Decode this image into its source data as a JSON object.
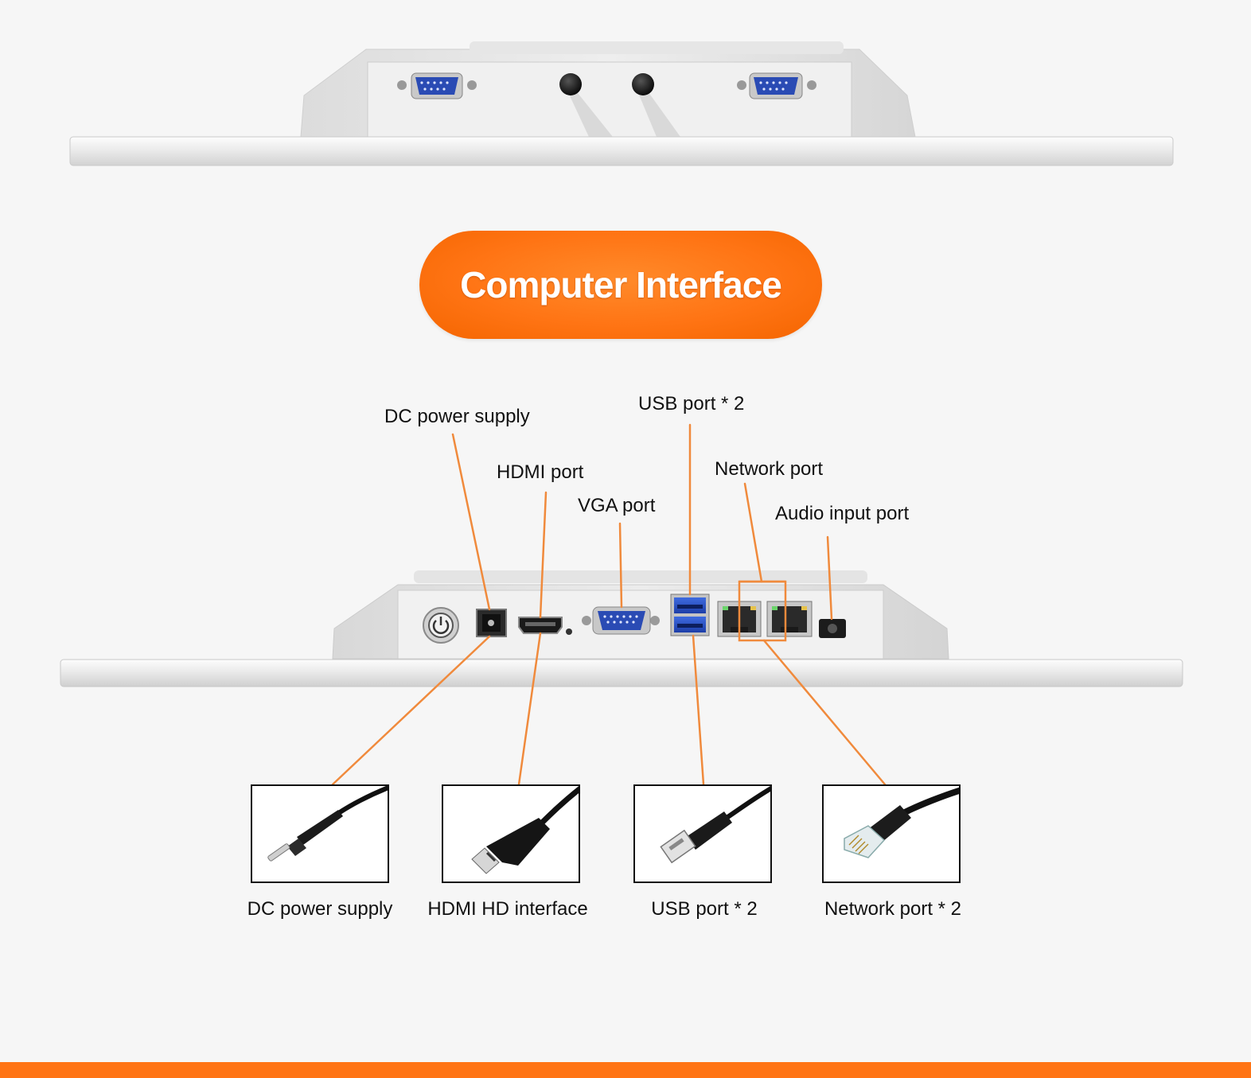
{
  "title": "Computer Interface",
  "callouts": {
    "dc_power": "DC power supply",
    "usb": "USB port * 2",
    "hdmi": "HDMI port",
    "network": "Network port",
    "vga": "VGA port",
    "audio": "Audio input port"
  },
  "cables": [
    {
      "label": "DC power supply",
      "icon": "dc-power-cable-icon"
    },
    {
      "label": "HDMI HD interface",
      "icon": "hdmi-cable-icon"
    },
    {
      "label": "USB port * 2",
      "icon": "usb-cable-icon"
    },
    {
      "label": "Network port * 2",
      "icon": "ethernet-cable-icon"
    }
  ],
  "colors": {
    "accent": "#ff7414",
    "leader_line": "#f08a3c",
    "port_blue": "#2a4bb4"
  }
}
